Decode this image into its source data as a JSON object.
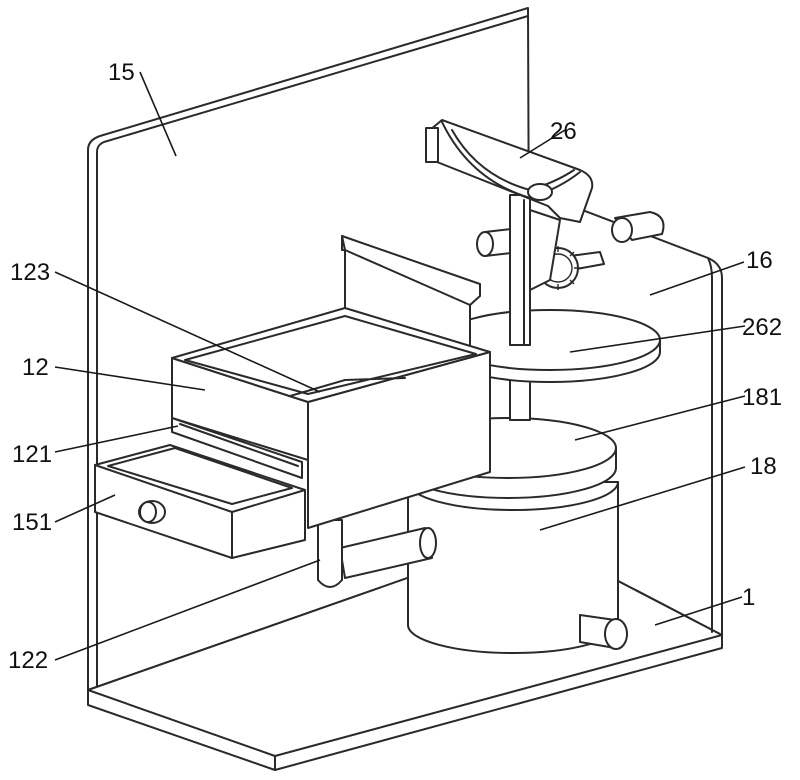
{
  "labels": {
    "l15": "15",
    "l26": "26",
    "l16": "16",
    "l123": "123",
    "l262": "262",
    "l12": "12",
    "l181": "181",
    "l121": "121",
    "l18": "18",
    "l151": "151",
    "l1": "1",
    "l122": "122"
  }
}
